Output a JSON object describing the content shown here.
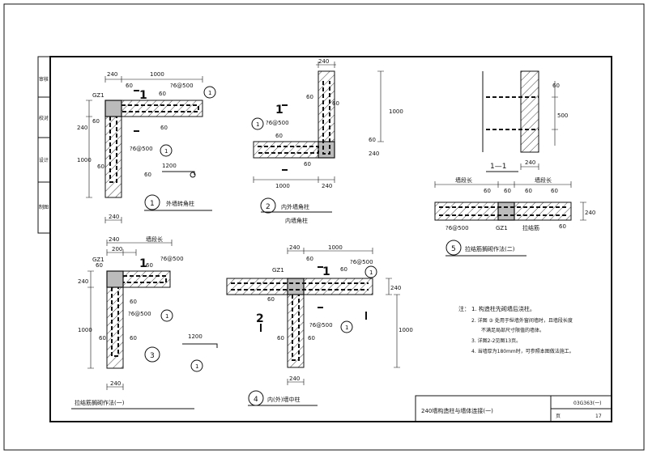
{
  "detail1": {
    "dims": [
      "240",
      "1000",
      "60",
      "60",
      "240",
      "60",
      "60",
      "1000",
      "60",
      "60",
      "1200",
      "240"
    ],
    "marker": "GZ1",
    "rebar_label_a": "?6@500",
    "rebar_label_b": "?6@500",
    "bar_ref_a": "1",
    "bar_ref_b": "1",
    "bar_ref_c": "1",
    "section": "1",
    "caption_num": "1",
    "caption": "外墙转角柱"
  },
  "detail2": {
    "dims": [
      "240",
      "60",
      "60",
      "1000",
      "60",
      "60",
      "240",
      "1000",
      "240",
      "60"
    ],
    "rebar_label": "?6@500",
    "bar_ref": "1",
    "section": "1",
    "caption_num": "2",
    "caption": "内外墙角柱",
    "subcaption": "内墙角柱"
  },
  "detail3": {
    "dims": [
      "240",
      "200",
      "240",
      "60",
      "60",
      "60",
      "1000",
      "60",
      "60",
      "1200",
      "240"
    ],
    "top_label": "墙段长",
    "marker": "GZ1",
    "rebar_label_a": "?6@500",
    "rebar_label_b": "?6@500",
    "bar_ref_a": "1",
    "bar_ref_b": "1",
    "bar_ref_c": "1",
    "section": "1",
    "caption_num": "3",
    "group_caption": "拉结筋搁砌作法(一)"
  },
  "detail4": {
    "dims": [
      "240",
      "1000",
      "60",
      "60",
      "60",
      "240",
      "60",
      "60",
      "1000",
      "240"
    ],
    "marker": "GZ1",
    "rebar_label_a": "?6@500",
    "rebar_label_b": "?6@500",
    "bar_ref_a": "1",
    "bar_ref_b": "1",
    "section_1": "1",
    "section_2": "2",
    "caption_num": "4",
    "caption": "内(外)墙中柱"
  },
  "section11": {
    "dims": [
      "60",
      "500",
      "240"
    ],
    "title": "1—1"
  },
  "detail5": {
    "left_label": "墙段长",
    "right_label": "墙段长",
    "dims": [
      "60",
      "60",
      "60",
      "60",
      "60",
      "240"
    ],
    "rebar_label": "?6@500",
    "marker": "GZ1",
    "rebar_note": "拉结筋",
    "caption_num": "5",
    "caption": "拉结筋搁砌作法(二)"
  },
  "notes": {
    "heading": "注：",
    "lines": [
      "1. 构造柱先砌墙后浇柱。",
      "2. 详图 ③ 处用于纵墙外窗间墙时，且墙段长度",
      "不满足局部尺寸限值的墙体。",
      "3. 详图2-2见图13页。",
      "4. 当墙厚为180mm时，可参照本图做法施工。"
    ]
  },
  "title_block": {
    "title": "240墙构造柱与墙体连接(一)",
    "code": "03G363(一)",
    "page_label": "页",
    "page": "17"
  },
  "side_strip": [
    "审核",
    "校对",
    "设计",
    "制图"
  ]
}
